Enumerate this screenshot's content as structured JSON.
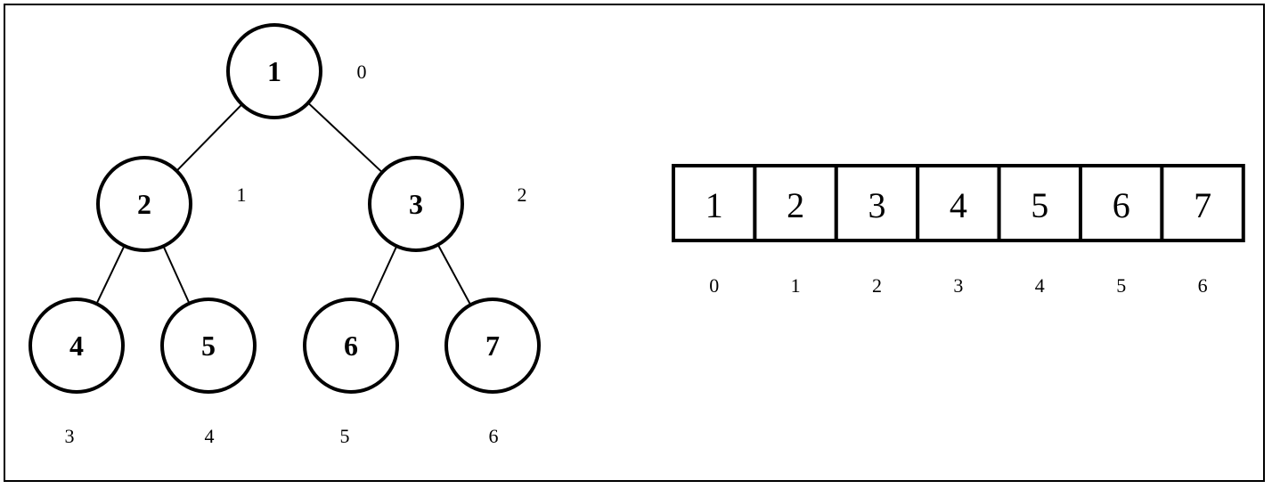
{
  "tree": {
    "nodes": [
      {
        "id": "n0",
        "value": "1",
        "index": "0"
      },
      {
        "id": "n1",
        "value": "2",
        "index": "1"
      },
      {
        "id": "n2",
        "value": "3",
        "index": "2"
      },
      {
        "id": "n3",
        "value": "4",
        "index": "3"
      },
      {
        "id": "n4",
        "value": "5",
        "index": "4"
      },
      {
        "id": "n5",
        "value": "6",
        "index": "5"
      },
      {
        "id": "n6",
        "value": "7",
        "index": "6"
      }
    ],
    "edges": [
      {
        "from": "n0",
        "to": "n1"
      },
      {
        "from": "n0",
        "to": "n2"
      },
      {
        "from": "n1",
        "to": "n3"
      },
      {
        "from": "n1",
        "to": "n4"
      },
      {
        "from": "n2",
        "to": "n5"
      },
      {
        "from": "n2",
        "to": "n6"
      }
    ]
  },
  "array": {
    "cells": [
      {
        "value": "1",
        "index": "0"
      },
      {
        "value": "2",
        "index": "1"
      },
      {
        "value": "3",
        "index": "2"
      },
      {
        "value": "4",
        "index": "3"
      },
      {
        "value": "5",
        "index": "4"
      },
      {
        "value": "6",
        "index": "5"
      },
      {
        "value": "7",
        "index": "6"
      }
    ]
  }
}
